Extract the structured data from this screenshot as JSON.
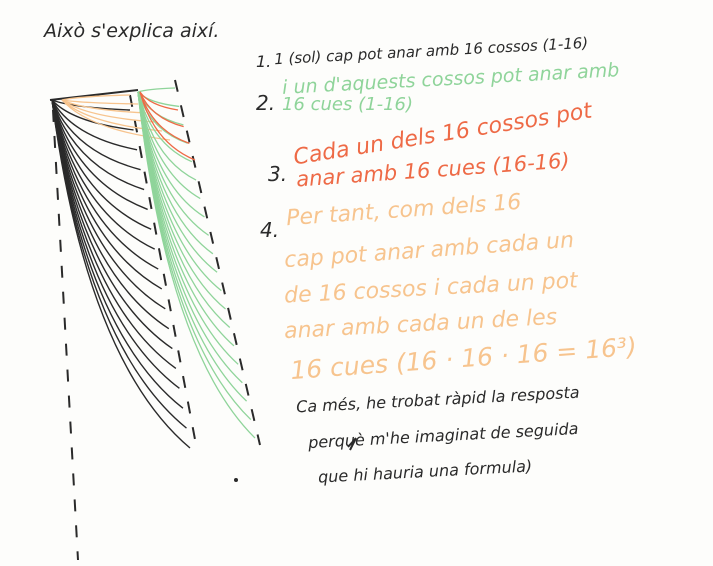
{
  "colors": {
    "ink": "#2a2a2a",
    "green": "#8fd49a",
    "red": "#ee6a46",
    "orange": "#f7c48e",
    "paper": "#fdfdfb"
  },
  "title": "Això s'explica així.",
  "steps": [
    {
      "number": "1.",
      "text": "1 (sol) cap pot anar amb 16 cossos (1-16)"
    },
    {
      "number": "2.",
      "line1": "i un d'aquests cossos pot anar amb",
      "line2": "16 cues (1-16)"
    },
    {
      "number": "3.",
      "line1": "Cada un dels 16 cossos pot",
      "line2": "anar amb 16 cues (16-16)"
    },
    {
      "number": "4.",
      "line1": "Per tant, com dels 16",
      "line2": "cap pot anar amb cada un",
      "line3": "de 16 cossos i cada un pot",
      "line4": "anar amb cada un de les",
      "line5": "16 cues (16 · 16 · 16 = 16³)"
    }
  ],
  "note": [
    "Ca més, he trobat ràpid la resposta",
    "perquè m'he imaginat de seguida",
    "que hi hauria una formula)"
  ]
}
